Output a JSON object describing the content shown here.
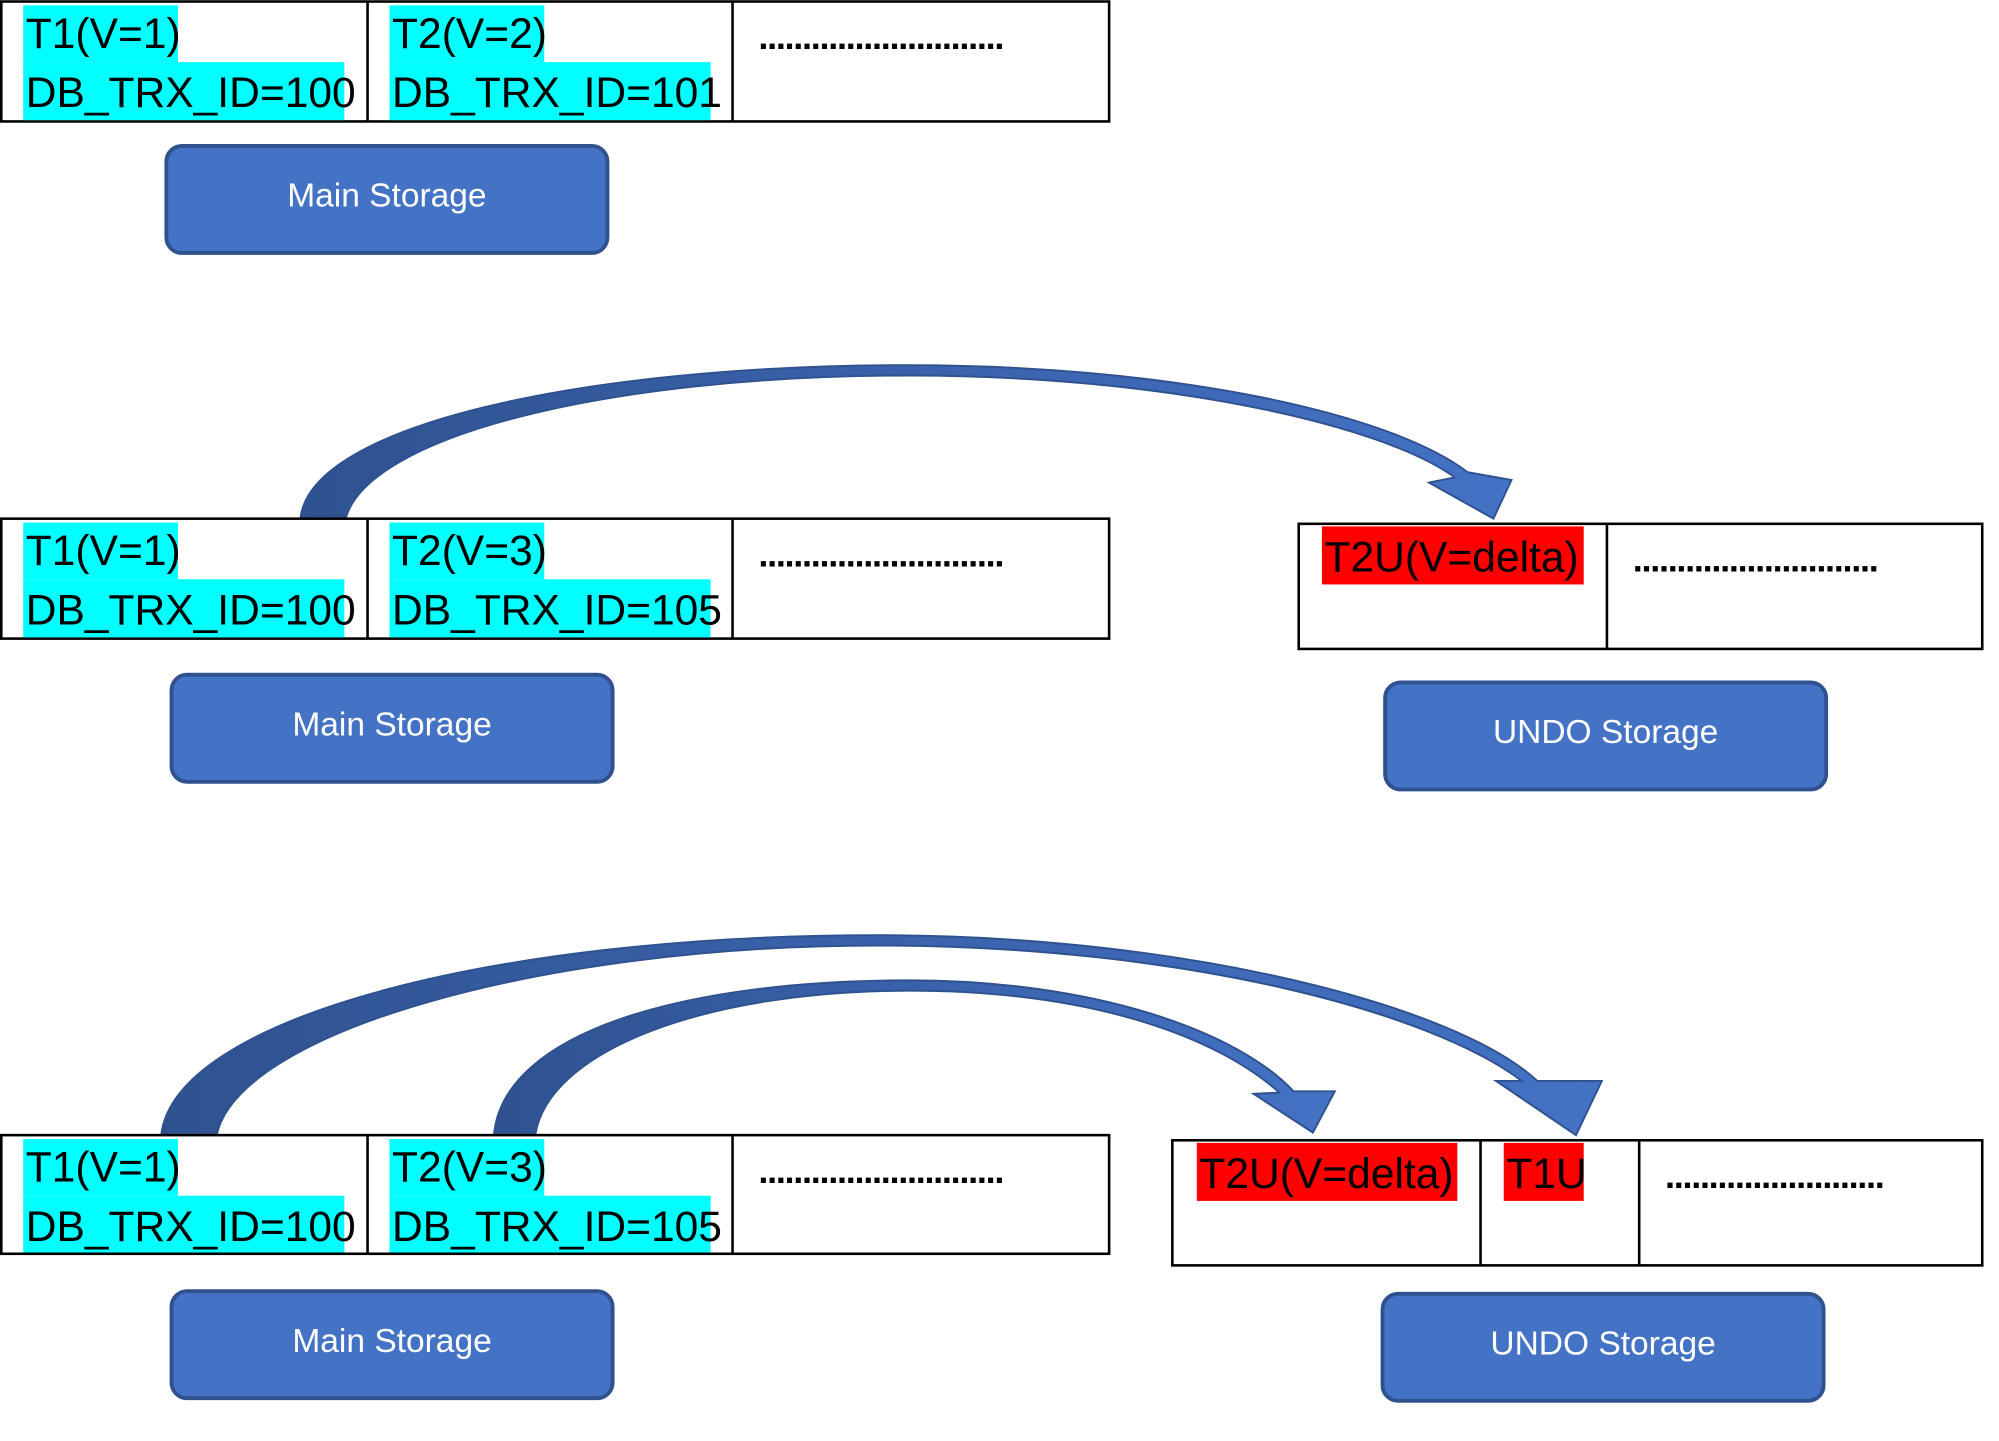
{
  "colors": {
    "highlight_main": "#00FFFF",
    "highlight_undo": "#FF0000",
    "button_fill": "#4472C4",
    "button_border": "#2F528F"
  },
  "stage1": {
    "main": {
      "cell1_line1": "T1(V=1)",
      "cell1_line2": "DB_TRX_ID=100",
      "cell2_line1": "T2(V=2)",
      "cell2_line2": "DB_TRX_ID=101",
      "ellipsis": "............................"
    },
    "main_label": "Main Storage"
  },
  "stage2": {
    "main": {
      "cell1_line1": "T1(V=1)",
      "cell1_line2": "DB_TRX_ID=100",
      "cell2_line1": "T2(V=3)",
      "cell2_line2": "DB_TRX_ID=105",
      "ellipsis": "............................"
    },
    "undo": {
      "cell1": "T2U(V=delta)",
      "ellipsis": "............................"
    },
    "main_label": "Main Storage",
    "undo_label": "UNDO Storage"
  },
  "stage3": {
    "main": {
      "cell1_line1": "T1(V=1)",
      "cell1_line2": "DB_TRX_ID=100",
      "cell2_line1": "T2(V=3)",
      "cell2_line2": "DB_TRX_ID=105",
      "ellipsis": "............................"
    },
    "undo": {
      "cell1": "T2U(V=delta)",
      "cell2": "T1U",
      "ellipsis": "........................."
    },
    "main_label": "Main Storage",
    "undo_label": "UNDO Storage"
  }
}
